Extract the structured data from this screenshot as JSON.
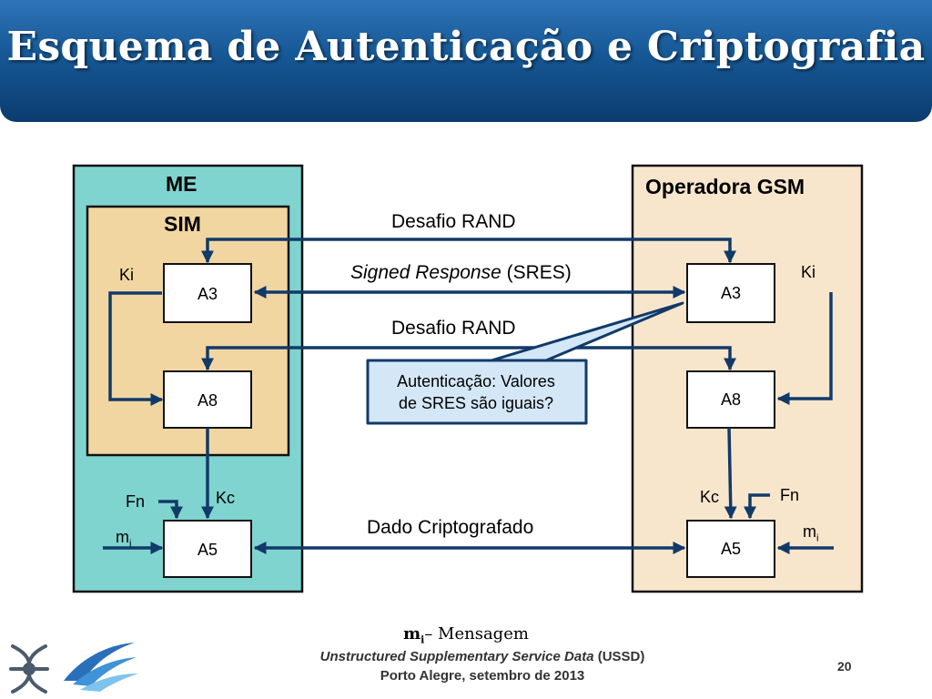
{
  "title": "Esquema de Autenticação e Criptografia",
  "diagram": {
    "me_label": "ME",
    "sim_label": "SIM",
    "operator_label": "Operadora GSM",
    "ki_left": "Ki",
    "ki_right": "Ki",
    "a3_left": "A3",
    "a8_left": "A8",
    "a5_left": "A5",
    "a3_right": "A3",
    "a8_right": "A8",
    "a5_right": "A5",
    "fn_left": "Fn",
    "fn_right": "Fn",
    "kc_left": "Kc",
    "kc_right": "Kc",
    "mi_left": "m",
    "mi_right": "m",
    "mi_subscript": "i",
    "rand_top": "Desafio RAND",
    "sres_italic": "Signed Response",
    "sres_plain": " (SRES)",
    "rand_middle": "Desafio RAND",
    "encrypted": "Dado Criptografado",
    "callout_line1": "Autenticação: Valores",
    "callout_line2": "de SRES são iguais?"
  },
  "footer": {
    "note_symbol": "m",
    "note_subscript": "i",
    "note_text": "– Mensagem",
    "subtitle_italic": "Unstructured Supplementary Service Data",
    "subtitle_plain": " (USSD)",
    "location": "Porto Alegre, setembro de 2013",
    "page": "20"
  },
  "colors": {
    "header": "#165896",
    "me_fill": "#7fd4cf",
    "sim_fill": "#f2d6a2",
    "operator_fill": "#f8e6cc",
    "arrow": "#123a69",
    "callout_fill": "#d4e7f7"
  }
}
